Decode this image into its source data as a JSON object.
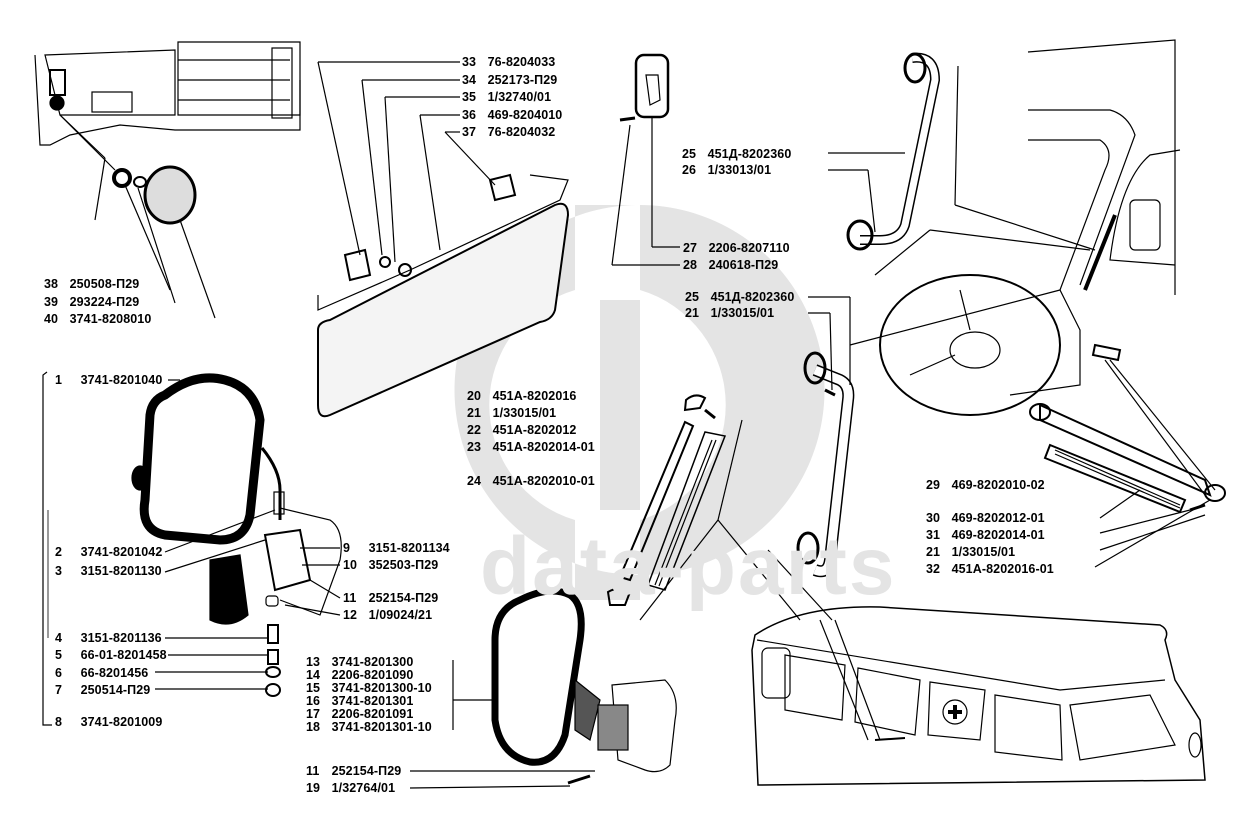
{
  "watermark": {
    "text": "data-parts",
    "color": "#e4e4e4"
  },
  "colors": {
    "ink": "#000000",
    "background": "#ffffff",
    "watermark": "#e4e4e4"
  },
  "groups": {
    "sun_visor": [
      {
        "num": "33",
        "code": "76-8204033"
      },
      {
        "num": "34",
        "code": "252173-П29"
      },
      {
        "num": "35",
        "code": "1/32740/01"
      },
      {
        "num": "36",
        "code": "469-8204010"
      },
      {
        "num": "37",
        "code": "76-8204032"
      }
    ],
    "lamp": [
      {
        "num": "38",
        "code": "250508-П29"
      },
      {
        "num": "39",
        "code": "293224-П29"
      },
      {
        "num": "40",
        "code": "3741-8208010"
      }
    ],
    "mirror_left": [
      {
        "num": "1",
        "code": "3741-8201040"
      },
      {
        "num": "2",
        "code": "3741-8201042"
      },
      {
        "num": "3",
        "code": "3151-8201130"
      },
      {
        "num": "4",
        "code": "3151-8201136"
      },
      {
        "num": "5",
        "code": "66-01-8201458"
      },
      {
        "num": "6",
        "code": "66-8201456"
      },
      {
        "num": "7",
        "code": "250514-П29"
      },
      {
        "num": "8",
        "code": "3741-8201009"
      }
    ],
    "mirror_bracket": [
      {
        "num": "9",
        "code": "3151-8201134"
      },
      {
        "num": "10",
        "code": "352503-П29"
      },
      {
        "num": "11",
        "code": "252154-П29"
      },
      {
        "num": "12",
        "code": "1/09024/21"
      }
    ],
    "mirror_right": [
      {
        "num": "13",
        "code": "3741-8201300"
      },
      {
        "num": "14",
        "code": "2206-8201090"
      },
      {
        "num": "15",
        "code": "3741-8201300-10"
      },
      {
        "num": "16",
        "code": "3741-8201301"
      },
      {
        "num": "17",
        "code": "2206-8201091"
      },
      {
        "num": "18",
        "code": "3741-8201301-10"
      }
    ],
    "mirror_right_fasteners": [
      {
        "num": "11",
        "code": "252154-П29"
      },
      {
        "num": "19",
        "code": "1/32764/01"
      }
    ],
    "handle_strip": [
      {
        "num": "20",
        "code": "451А-8202016"
      },
      {
        "num": "21",
        "code": "1/33015/01"
      },
      {
        "num": "22",
        "code": "451А-8202012"
      },
      {
        "num": "23",
        "code": "451А-8202014-01"
      },
      {
        "num": "24",
        "code": "451А-8202010-01"
      }
    ],
    "hook": [
      {
        "num": "27",
        "code": "2206-8207110"
      },
      {
        "num": "28",
        "code": "240618-П29"
      }
    ],
    "handrail_top": [
      {
        "num": "25",
        "code": "451Д-8202360"
      },
      {
        "num": "26",
        "code": "1/33013/01"
      }
    ],
    "handrail_mid": [
      {
        "num": "25",
        "code": "451Д-8202360"
      },
      {
        "num": "21",
        "code": "1/33015/01"
      }
    ],
    "handle_dash": [
      {
        "num": "29",
        "code": "469-8202010-02"
      },
      {
        "num": "30",
        "code": "469-8202012-01"
      },
      {
        "num": "31",
        "code": "469-8202014-01"
      },
      {
        "num": "21",
        "code": "1/33015/01"
      },
      {
        "num": "32",
        "code": "451А-8202016-01"
      }
    ]
  }
}
